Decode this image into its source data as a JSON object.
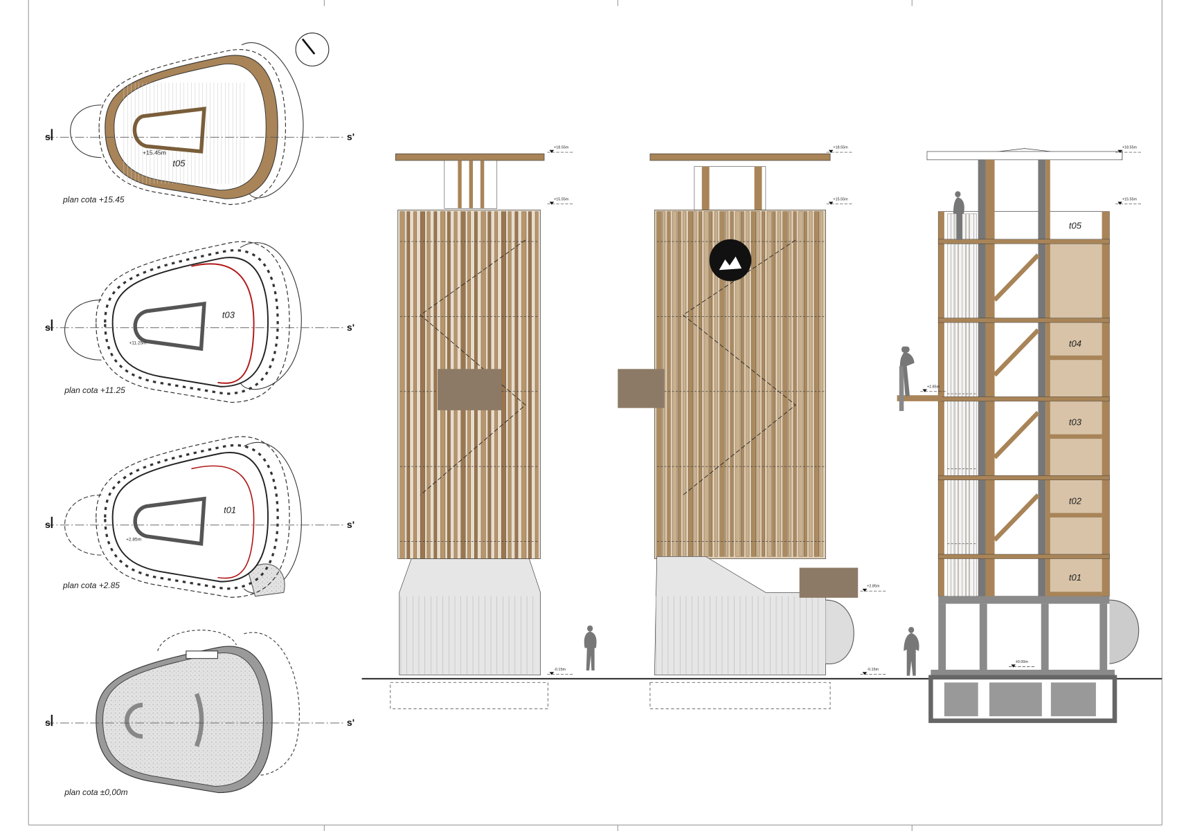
{
  "colors": {
    "wood": "#a88458",
    "wood_light": "#d8c3a8",
    "concrete": "#8a8a8a",
    "red_line": "#b01818",
    "line": "#222222"
  },
  "plans": [
    {
      "label": "plan cota +15.45",
      "level": "+15.45m",
      "room": "t05",
      "section_left": "s",
      "section_right": "s'"
    },
    {
      "label": "plan cota +11.25",
      "level": "+11.25m",
      "room": "t03",
      "section_left": "s",
      "section_right": "s'"
    },
    {
      "label": "plan cota +2.85",
      "level": "+2.85m",
      "room": "t01",
      "section_left": "s",
      "section_right": "s'"
    },
    {
      "label": "plan cota ±0,00m",
      "section_left": "s",
      "section_right": "s'"
    }
  ],
  "elevations": {
    "levels": {
      "roof": "+18.55m",
      "top": "+15.55m",
      "balcony": "+2.85m",
      "ground": "-0.15m",
      "floor": "±0.00m"
    }
  },
  "section": {
    "rooms": [
      "t05",
      "t04",
      "t03",
      "t02",
      "t01"
    ]
  },
  "icons": {
    "north": "north-arrow-icon",
    "person": "human-silhouette-icon"
  }
}
